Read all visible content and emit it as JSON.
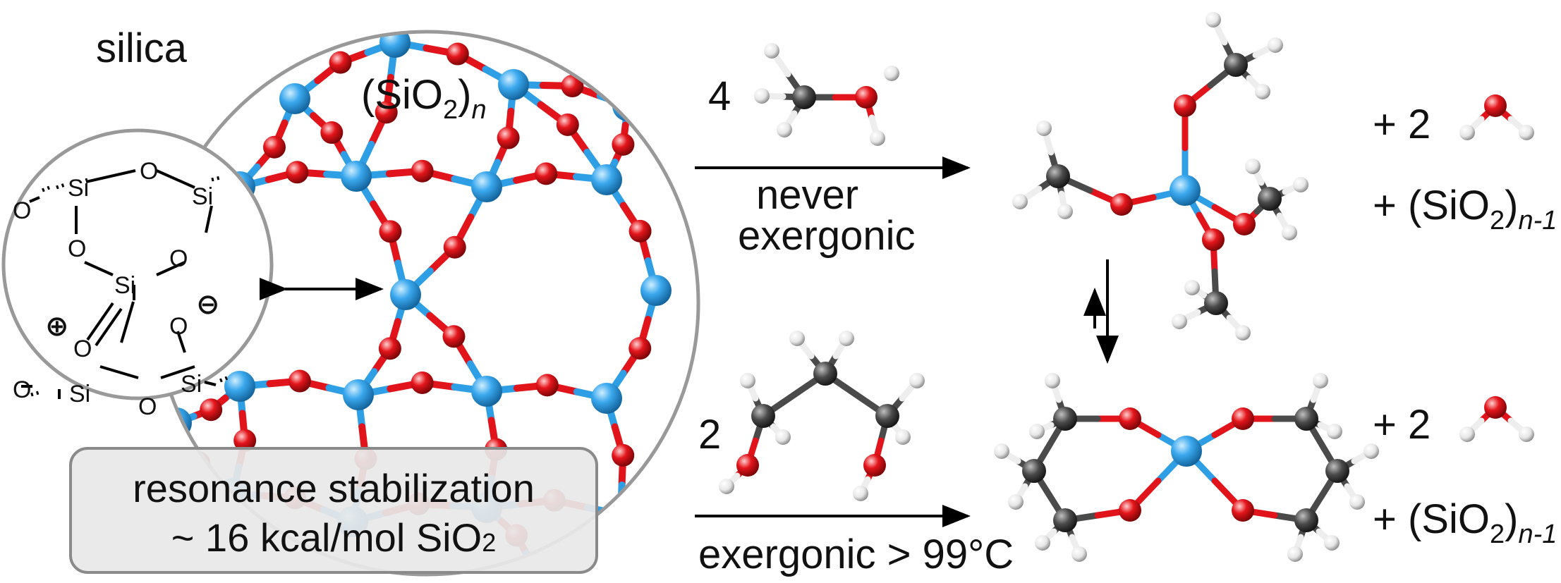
{
  "figure": {
    "silica_label": "silica",
    "silica_formula": {
      "prefix": "(SiO",
      "subscript": "2",
      "suffix": ")",
      "index": "n"
    },
    "resonance_box": {
      "line1": "resonance stabilization",
      "line2_prefix": "~ 16 kcal/mol SiO",
      "line2_subscript": "2"
    },
    "ring_atoms": {
      "si": "Si",
      "o": "O"
    },
    "top_reaction": {
      "coefficient": "4",
      "arrow_label_1": "never",
      "arrow_label_2": "exergonic",
      "water_coefficient": "+ 2",
      "silica_product": {
        "prefix": "+ (SiO",
        "subscript": "2",
        "suffix": ")",
        "index": "n-1"
      }
    },
    "bottom_reaction": {
      "coefficient": "2",
      "arrow_label": "exergonic > 99°C",
      "water_coefficient": "+ 2",
      "silica_product": {
        "prefix": "+ (SiO",
        "subscript": "2",
        "suffix": ")",
        "index": "n-1"
      }
    },
    "colors": {
      "silicon": "#2f9fe5",
      "oxygen": "#e0141a",
      "carbon": "#4a4a4a",
      "hydrogen": "#eeeeee",
      "outline": "#999999"
    }
  }
}
